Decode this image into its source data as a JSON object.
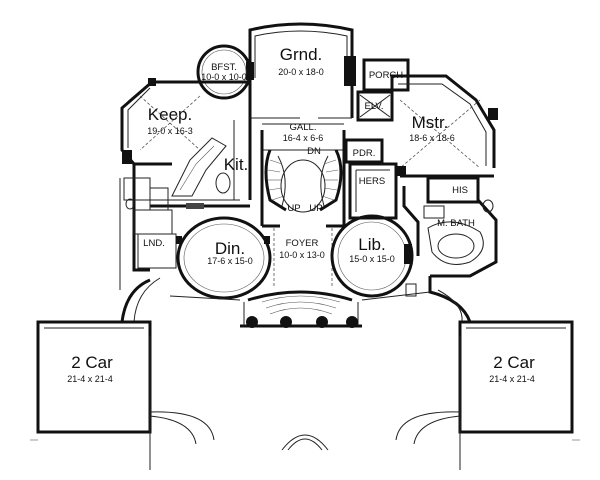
{
  "rooms": {
    "grand": {
      "name": "Grnd.",
      "dims": "20-0 x 18-0"
    },
    "breakfast": {
      "name": "BFST.",
      "dims": "10-0 x 10-0"
    },
    "porch": {
      "name": "PORCH"
    },
    "keeping": {
      "name": "Keep.",
      "dims": "19-0 x 16-3"
    },
    "elevator": {
      "name": "ELV."
    },
    "master": {
      "name": "Mstr.",
      "dims": "18-6 x 18-6"
    },
    "gallery": {
      "name": "GALL.",
      "dims": "16-4 x 6-6"
    },
    "kitchen": {
      "name": "Kit."
    },
    "powder": {
      "name": "PDR."
    },
    "hers": {
      "name": "HERS"
    },
    "his": {
      "name": "HIS"
    },
    "master_bath": {
      "name": "M. BATH"
    },
    "laundry": {
      "name": "LND."
    },
    "dining": {
      "name": "Din.",
      "dims": "17-6 x 15-0"
    },
    "foyer": {
      "name": "FOYER",
      "dims": "10-0 x 13-0"
    },
    "library": {
      "name": "Lib.",
      "dims": "15-0 x 15-0"
    },
    "garage_left": {
      "name": "2 Car",
      "dims": "21-4 x 21-4"
    },
    "garage_right": {
      "name": "2 Car",
      "dims": "21-4 x 21-4"
    }
  },
  "stairs": {
    "down": "DN",
    "up_left": "UP",
    "up_right": "UP"
  }
}
